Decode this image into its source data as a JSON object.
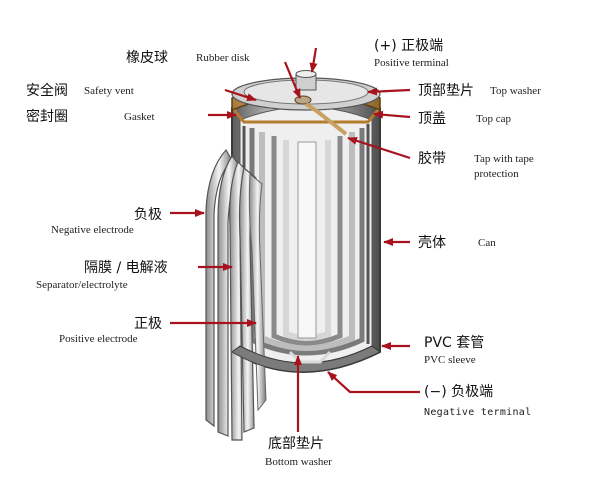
{
  "labels": {
    "rubber_disk": {
      "cn": "橡皮球",
      "en": "Rubber disk"
    },
    "positive_terminal": {
      "cn": "(+) 正极端",
      "en": "Positive terminal"
    },
    "safety_vent": {
      "cn": "安全阀",
      "en": "Safety vent"
    },
    "gasket": {
      "cn": "密封圈",
      "en": "Gasket"
    },
    "top_washer": {
      "cn": "顶部垫片",
      "en": "Top washer"
    },
    "top_cap": {
      "cn": "顶盖",
      "en": "Top cap"
    },
    "tape": {
      "cn": "胶带",
      "en": "Tap with tape",
      "en2": "protection"
    },
    "negative_electrode": {
      "cn": "负极",
      "en": "Negative electrode"
    },
    "can": {
      "cn": "壳体",
      "en": "Can"
    },
    "separator": {
      "cn": "隔膜 / 电解液",
      "en": "Separator/electrolyte"
    },
    "positive_electrode": {
      "cn": "正极",
      "en": "Positive electrode"
    },
    "pvc_sleeve": {
      "cn": "PVC 套管",
      "en": "PVC sleeve"
    },
    "negative_terminal": {
      "cn": "(−) 负极端",
      "en": "Negative terminal"
    },
    "bottom_washer": {
      "cn": "底部垫片",
      "en": "Bottom washer"
    }
  },
  "colors": {
    "arrow": "#a8121c",
    "shell": "#6f6f6f",
    "electrode_light": "#eeeeee",
    "electrode_dark": "#9a9a9a",
    "copper": "#c89a5a"
  }
}
